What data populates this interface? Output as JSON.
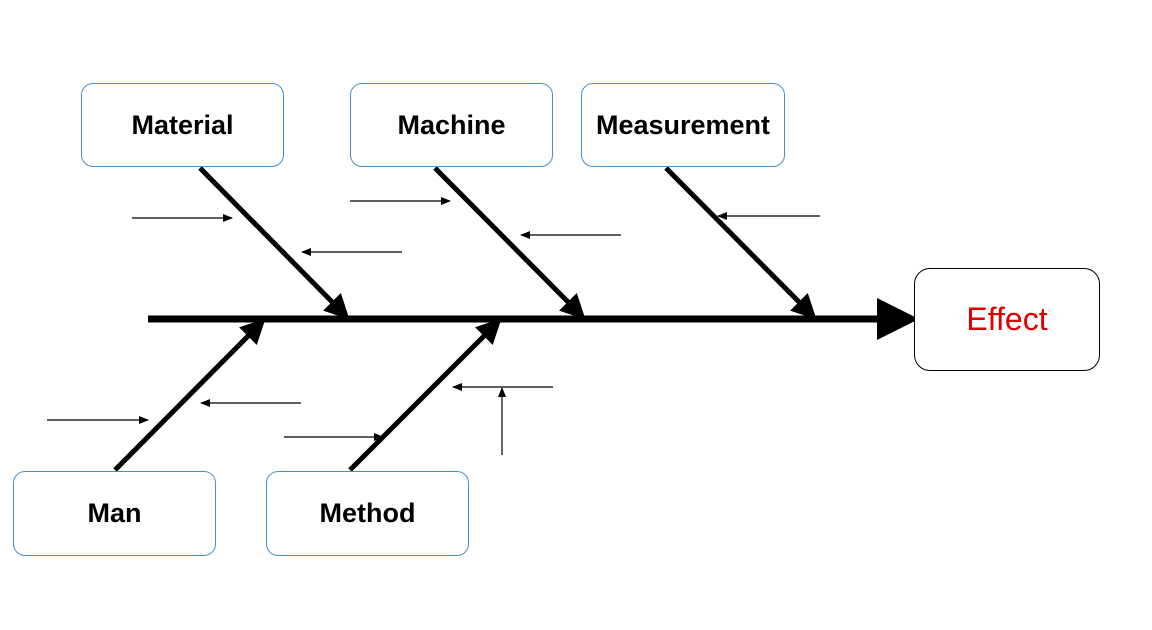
{
  "diagram": {
    "type": "fishbone",
    "effect": {
      "label": "Effect",
      "color": "#e00000"
    },
    "causes": {
      "material": "Material",
      "machine": "Machine",
      "measurement": "Measurement",
      "man": "Man",
      "method": "Method"
    },
    "colors": {
      "box_border": "#4a90c6",
      "line": "#000000"
    }
  }
}
